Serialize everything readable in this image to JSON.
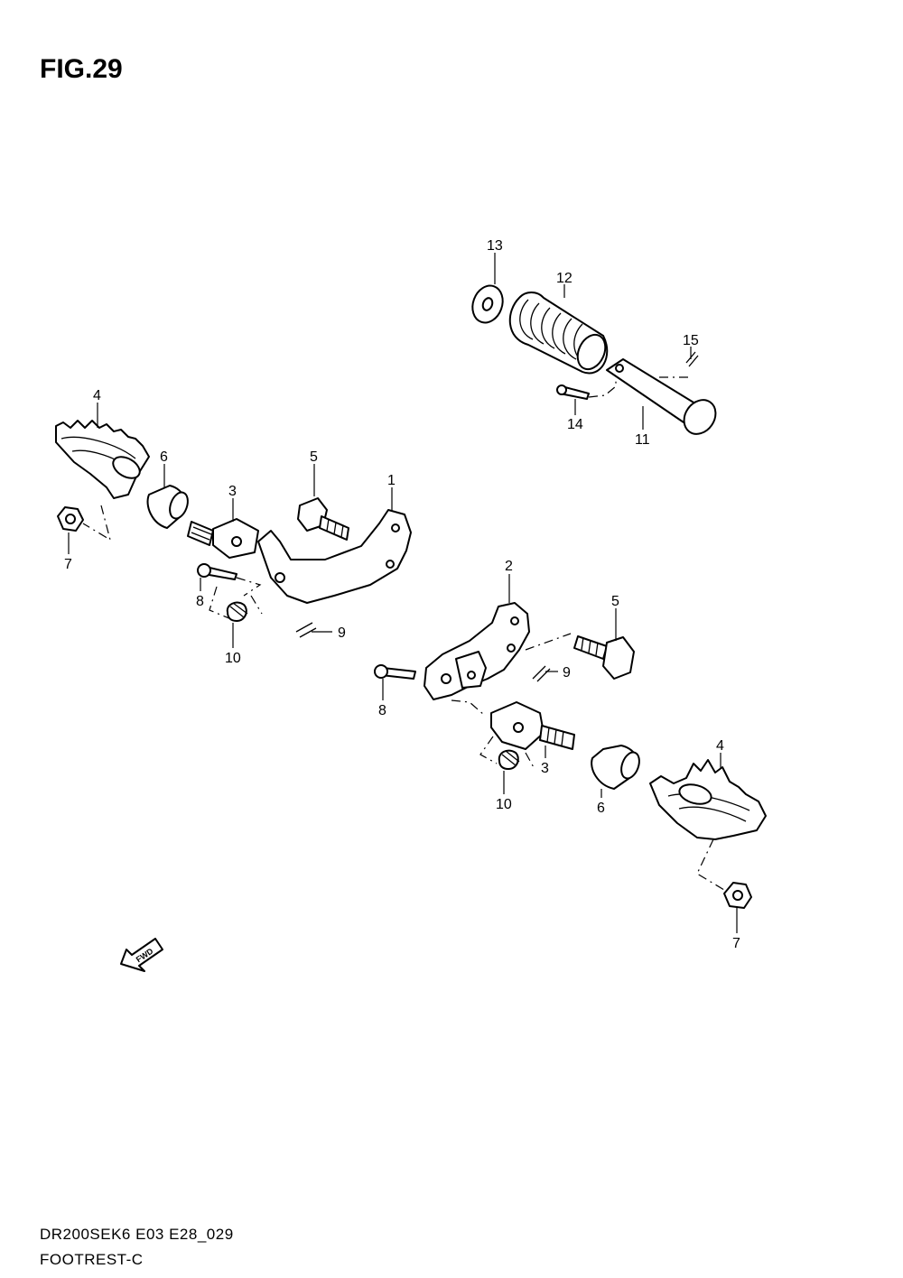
{
  "figure": {
    "title": "FIG.29",
    "code": "DR200SEK6 E03 E28_029",
    "name": "FOOTREST-C",
    "fwd_label": "FWD"
  },
  "callouts": [
    {
      "id": "c13",
      "label": "13"
    },
    {
      "id": "c12",
      "label": "12"
    },
    {
      "id": "c15",
      "label": "15"
    },
    {
      "id": "c14",
      "label": "14"
    },
    {
      "id": "c11",
      "label": "11"
    },
    {
      "id": "c4a",
      "label": "4"
    },
    {
      "id": "c6a",
      "label": "6"
    },
    {
      "id": "c5a",
      "label": "5"
    },
    {
      "id": "c1",
      "label": "1"
    },
    {
      "id": "c3a",
      "label": "3"
    },
    {
      "id": "c7a",
      "label": "7"
    },
    {
      "id": "c8a",
      "label": "8"
    },
    {
      "id": "c10a",
      "label": "10"
    },
    {
      "id": "c9a",
      "label": "9"
    },
    {
      "id": "c2",
      "label": "2"
    },
    {
      "id": "c5b",
      "label": "5"
    },
    {
      "id": "c9b",
      "label": "9"
    },
    {
      "id": "c8b",
      "label": "8"
    },
    {
      "id": "c3b",
      "label": "3"
    },
    {
      "id": "c10b",
      "label": "10"
    },
    {
      "id": "c6b",
      "label": "6"
    },
    {
      "id": "c4b",
      "label": "4"
    },
    {
      "id": "c7b",
      "label": "7"
    }
  ]
}
